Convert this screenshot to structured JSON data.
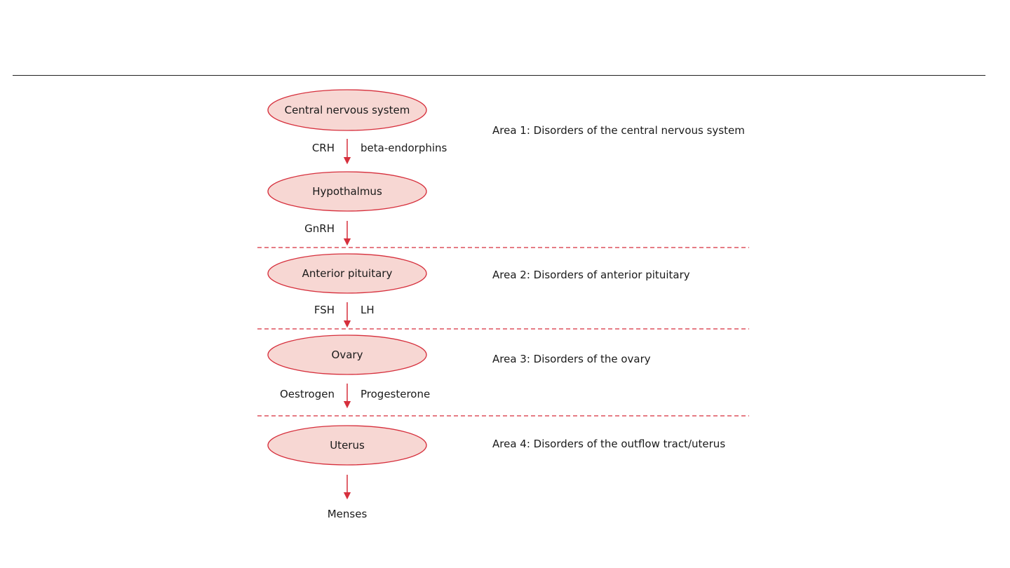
{
  "nodes": {
    "cns": "Central nervous system",
    "hypothalamus": "Hypothalmus",
    "anterior_pituitary": "Anterior pituitary",
    "ovary": "Ovary",
    "uterus": "Uterus",
    "menses": "Menses"
  },
  "hormones": {
    "cns_left": "CRH",
    "cns_right": "beta-endorphins",
    "hypothalamus_left": "GnRH",
    "pituitary_left": "FSH",
    "pituitary_right": "LH",
    "ovary_left": "Oestrogen",
    "ovary_right": "Progesterone"
  },
  "areas": {
    "area1": "Area 1: Disorders of the central nervous system",
    "area2": "Area 2: Disorders of anterior pituitary",
    "area3": "Area 3: Disorders of the ovary",
    "area4": "Area 4: Disorders of the outflow tract/uterus"
  },
  "colors": {
    "node_fill": "#f7d7d3",
    "node_stroke": "#d62f3c",
    "arrow": "#d62f3c",
    "divider": "#d62f3c"
  }
}
